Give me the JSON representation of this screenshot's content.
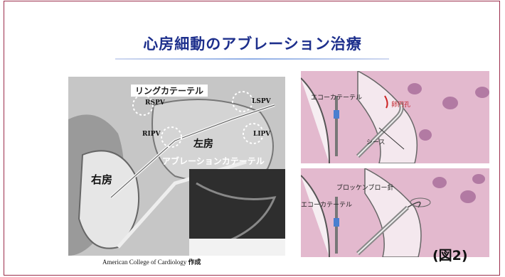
{
  "title": "心房細動のアブレーション治療",
  "photo": {
    "labels": {
      "ring_catheter": "リングカテーテル",
      "rspv": "RSPV",
      "lspv": "LSPV",
      "ripv": "RIPV",
      "lipv": "LIPV",
      "left_atrium": "左房",
      "right_atrium": "右房",
      "ablation_catheter": "アブレーションカテーテル"
    }
  },
  "caption": {
    "org": "American College of Cardiology",
    "suffix": "作成"
  },
  "panel_top": {
    "echo_catheter": "エコーカテーテル",
    "sheath": "シース",
    "foramen": "卵円孔"
  },
  "panel_bottom": {
    "needle": "ブロッケンブロー針",
    "echo_catheter": "エコーカテーテル"
  },
  "figure_label": "(図2)"
}
